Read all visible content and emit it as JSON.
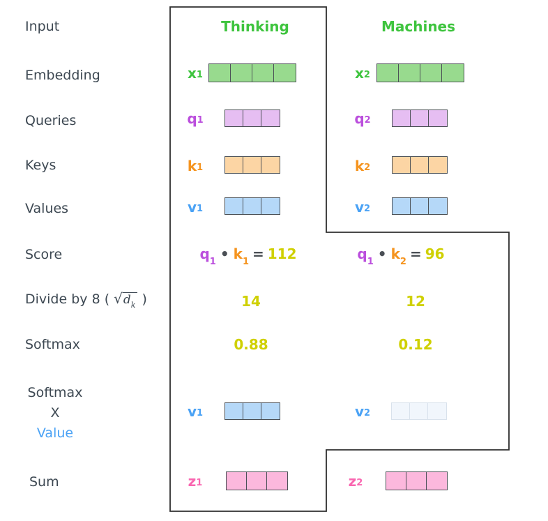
{
  "palette": {
    "label_dark": "#3d4852",
    "green": "#3ec43e",
    "green_fill": "#98da8e",
    "purple": "#bb4fdd",
    "purple_fill": "#e6bef2",
    "orange": "#f5941f",
    "orange_fill": "#fcd5a4",
    "blue": "#4aa2f5",
    "blue_fill": "#b5d8f8",
    "blue_fill_faded": "#f1f6fc",
    "pink": "#f966b0",
    "pink_fill": "#fcb8dd",
    "olive_yellow": "#cfd000",
    "outline": "#2e2e2e",
    "cell_border": "#4b5056"
  },
  "labels": {
    "input": "Input",
    "embedding": "Embedding",
    "queries": "Queries",
    "keys": "Keys",
    "values": "Values",
    "score": "Score",
    "divide_prefix": "Divide by 8 (",
    "sqrt_symbol": "√",
    "sqrt_radicand": "d",
    "sqrt_sub": "k",
    "divide_suffix": ")",
    "softmax": "Softmax",
    "sxv_line1": "Softmax",
    "sxv_line2": "X",
    "sxv_line3": "Value",
    "sum": "Sum"
  },
  "columns": [
    {
      "header": "Thinking",
      "x": {
        "base": "x",
        "sub": "1"
      },
      "q": {
        "base": "q",
        "sub": "1"
      },
      "k": {
        "base": "k",
        "sub": "1"
      },
      "v": {
        "base": "v",
        "sub": "1"
      },
      "score": {
        "q": "q",
        "q_sub": "1",
        "dot": "•",
        "k": "k",
        "k_sub": "1",
        "eq": "=",
        "value": "112"
      },
      "divided": "14",
      "softmax": "0.88",
      "sv": {
        "base": "v",
        "sub": "1"
      },
      "z": {
        "base": "z",
        "sub": "1"
      }
    },
    {
      "header": "Machines",
      "x": {
        "base": "x",
        "sub": "2"
      },
      "q": {
        "base": "q",
        "sub": "2"
      },
      "k": {
        "base": "k",
        "sub": "2"
      },
      "v": {
        "base": "v",
        "sub": "2"
      },
      "score": {
        "q": "q",
        "q_sub": "1",
        "dot": "•",
        "k": "k",
        "k_sub": "2",
        "eq": "=",
        "value": "96"
      },
      "divided": "12",
      "softmax": "0.12",
      "sv": {
        "base": "v",
        "sub": "2"
      },
      "z": {
        "base": "z",
        "sub": "2"
      }
    }
  ]
}
